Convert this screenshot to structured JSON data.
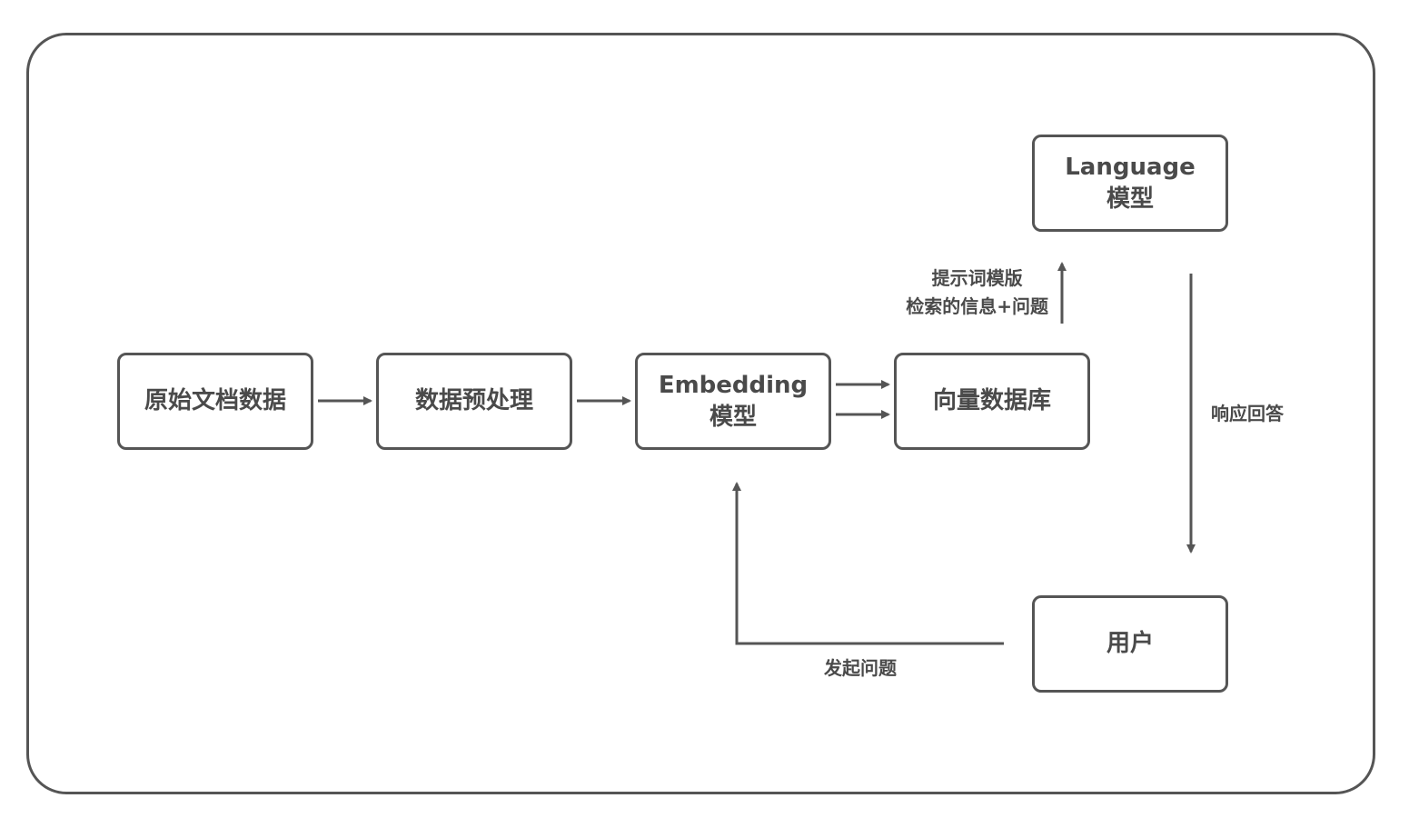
{
  "nodes": {
    "raw_data": {
      "label": "原始文档数据"
    },
    "preprocess": {
      "label": "数据预处理"
    },
    "embedding": {
      "line1": "Embedding",
      "line2": "模型"
    },
    "vector_db": {
      "label": "向量数据库"
    },
    "language_model": {
      "line1": "Language",
      "line2": "模型"
    },
    "user": {
      "label": "用户"
    }
  },
  "edge_labels": {
    "prompt": {
      "line1": "提示词模版",
      "line2": "检索的信息+问题"
    },
    "response": "响应回答",
    "ask": "发起问题"
  },
  "colors": {
    "stroke": "#555555",
    "text": "#4a4a4a",
    "background": "#ffffff"
  }
}
